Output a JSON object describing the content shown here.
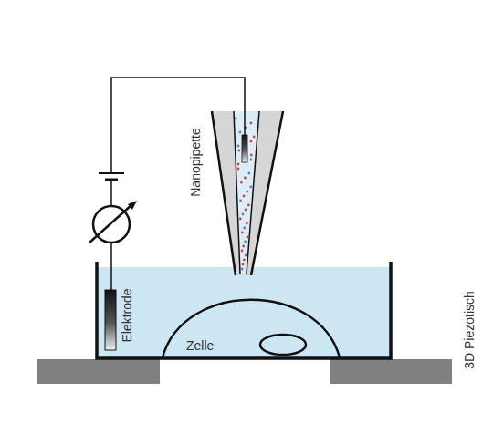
{
  "diagram": {
    "nodes": [
      {
        "text": [
          "Zelle"
        ]
      }
    ],
    "labels": [
      "Nanopipette",
      "Elektrode",
      "3D Piezotisch"
    ]
  }
}
